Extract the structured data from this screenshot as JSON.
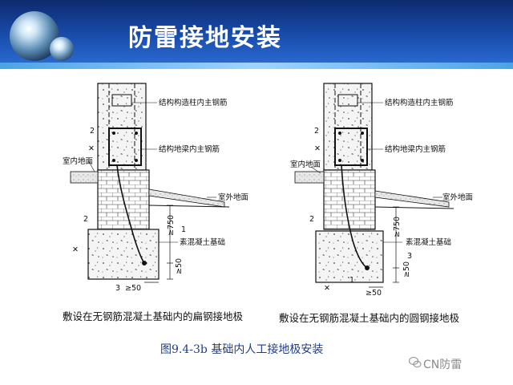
{
  "header": {
    "title": "防雷接地安装"
  },
  "left_diagram": {
    "label_column_rebar": "结构构造柱内主钢筋",
    "label_beam_rebar": "结构地梁内主钢筋",
    "label_indoor": "室内地面",
    "label_outdoor": "室外地面",
    "label_concrete": "素混凝土基础",
    "dim_750": "≥750",
    "dim_50_v": "≥50",
    "dim_50_h": "≥50",
    "num_1": "1",
    "num_2a": "2",
    "num_2b": "2",
    "num_3": "3",
    "caption": "敷设在无钢筋混凝土基础内的扁钢接地极"
  },
  "right_diagram": {
    "label_column_rebar": "结构构造柱内主钢筋",
    "label_beam_rebar": "结构地梁内主钢筋",
    "label_indoor": "室内地面",
    "label_outdoor": "室外地面",
    "label_concrete": "素混凝土基础",
    "dim_750": "≥750",
    "dim_50_v": "≥50",
    "dim_50_h": "≥50",
    "num_1": "1",
    "num_2a": "2",
    "num_2b": "2",
    "num_3": "3",
    "caption": "敷设在无钢筋混凝土基础内的圆钢接地极"
  },
  "figure_caption": "图9.4-3b    基础内人工接地极安装",
  "watermark": "CN防雷",
  "watermark_icon": "wechat-icon"
}
